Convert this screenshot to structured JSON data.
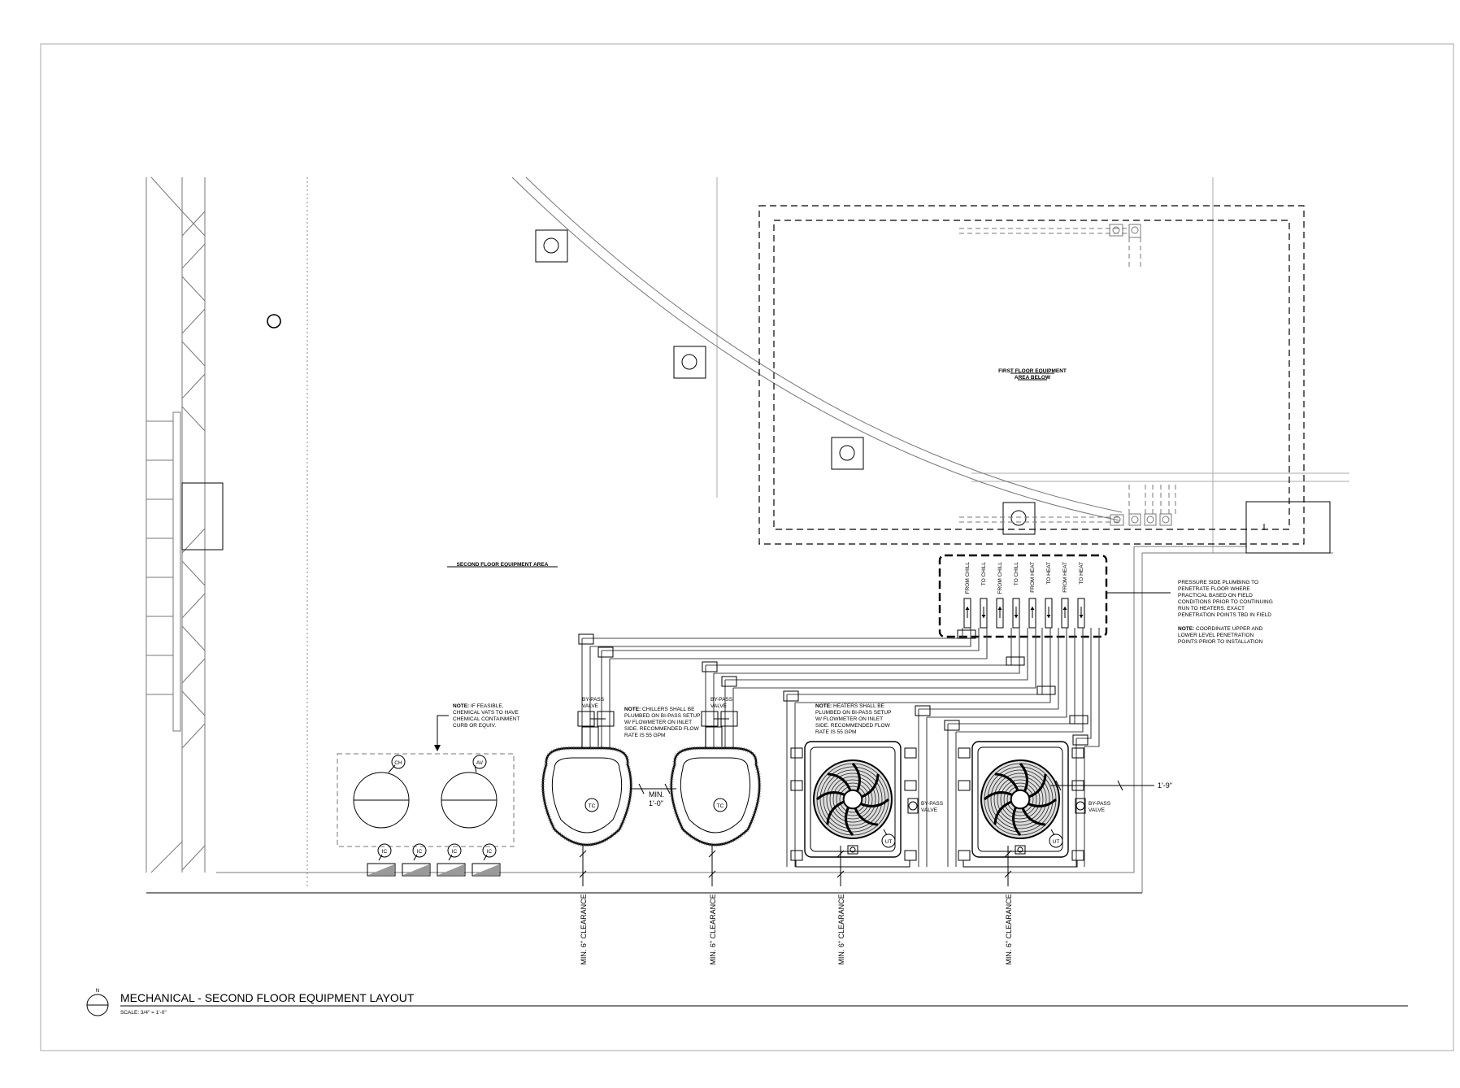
{
  "title": {
    "north_label": "N",
    "name": "MECHANICAL - SECOND FLOOR EQUIPMENT LAYOUT",
    "scale": "SCALE: 3/4\" = 1'-0\""
  },
  "areas": {
    "first_floor_line1": "FIRST FLOOR EQUIPMENT",
    "first_floor_line2": "AREA BELOW",
    "second_floor": "SECOND FLOOR EQUIPMENT AREA"
  },
  "manifold_labels": [
    "FROM CHILL",
    "TO CHILL",
    "FROM CHILL",
    "TO CHILL",
    "FROM HEAT",
    "TO HEAT",
    "FROM HEAT",
    "TO HEAT"
  ],
  "notes": {
    "pressure": {
      "lines": [
        "PRESSURE SIDE PLUMBING TO",
        "PENETRATE FLOOR WHERE",
        "PRACTICAL BASED ON FIELD",
        "CONDITIONS PRIOR TO CONTINUING",
        "RUN TO HEATERS. EXACT",
        "PENETRATION POINTS TBD IN FIELD"
      ],
      "note_label": "NOTE:",
      "coord_first": " COORDINATE UPPER AND",
      "coord_lines": [
        "LOWER LEVEL PENETRATION",
        "POINTS PRIOR TO INSTALLATION"
      ]
    },
    "chemical": {
      "note_label": "NOTE:",
      "first": " IF FEASIBLE,",
      "lines": [
        "CHEMICAL VATS TO HAVE",
        "CHEMICAL CONTAINMENT",
        "CURB OR EQUIV."
      ]
    },
    "chillers": {
      "note_label": "NOTE:",
      "first": " CHILLERS SHALL BE",
      "lines": [
        "PLUMBED ON BI-PASS SETUP",
        "W/ FLOWMETER ON INLET",
        "SIDE. RECOMMENDED FLOW",
        "RATE IS 55 GPM"
      ]
    },
    "heaters": {
      "note_label": "NOTE:",
      "first": " HEATERS SHALL BE",
      "lines": [
        "PLUMBED ON BI-PASS SETUP",
        "W/ FLOWMETER ON INLET",
        "SIDE. RECOMMENDED FLOW",
        "RATE IS 55 GPM"
      ]
    }
  },
  "valves": {
    "bypass_line1": "BY-PASS",
    "bypass_line2": "VALVE"
  },
  "tags": {
    "chemical": [
      "CH",
      "AV"
    ],
    "ic": "IC",
    "chiller": "TC",
    "heater": "UT"
  },
  "dims": {
    "clearance": "MIN. 6\" CLEARANCE",
    "min_line1": "MIN.",
    "min_line2": "1'-0\"",
    "spacing": "1'-9\""
  }
}
